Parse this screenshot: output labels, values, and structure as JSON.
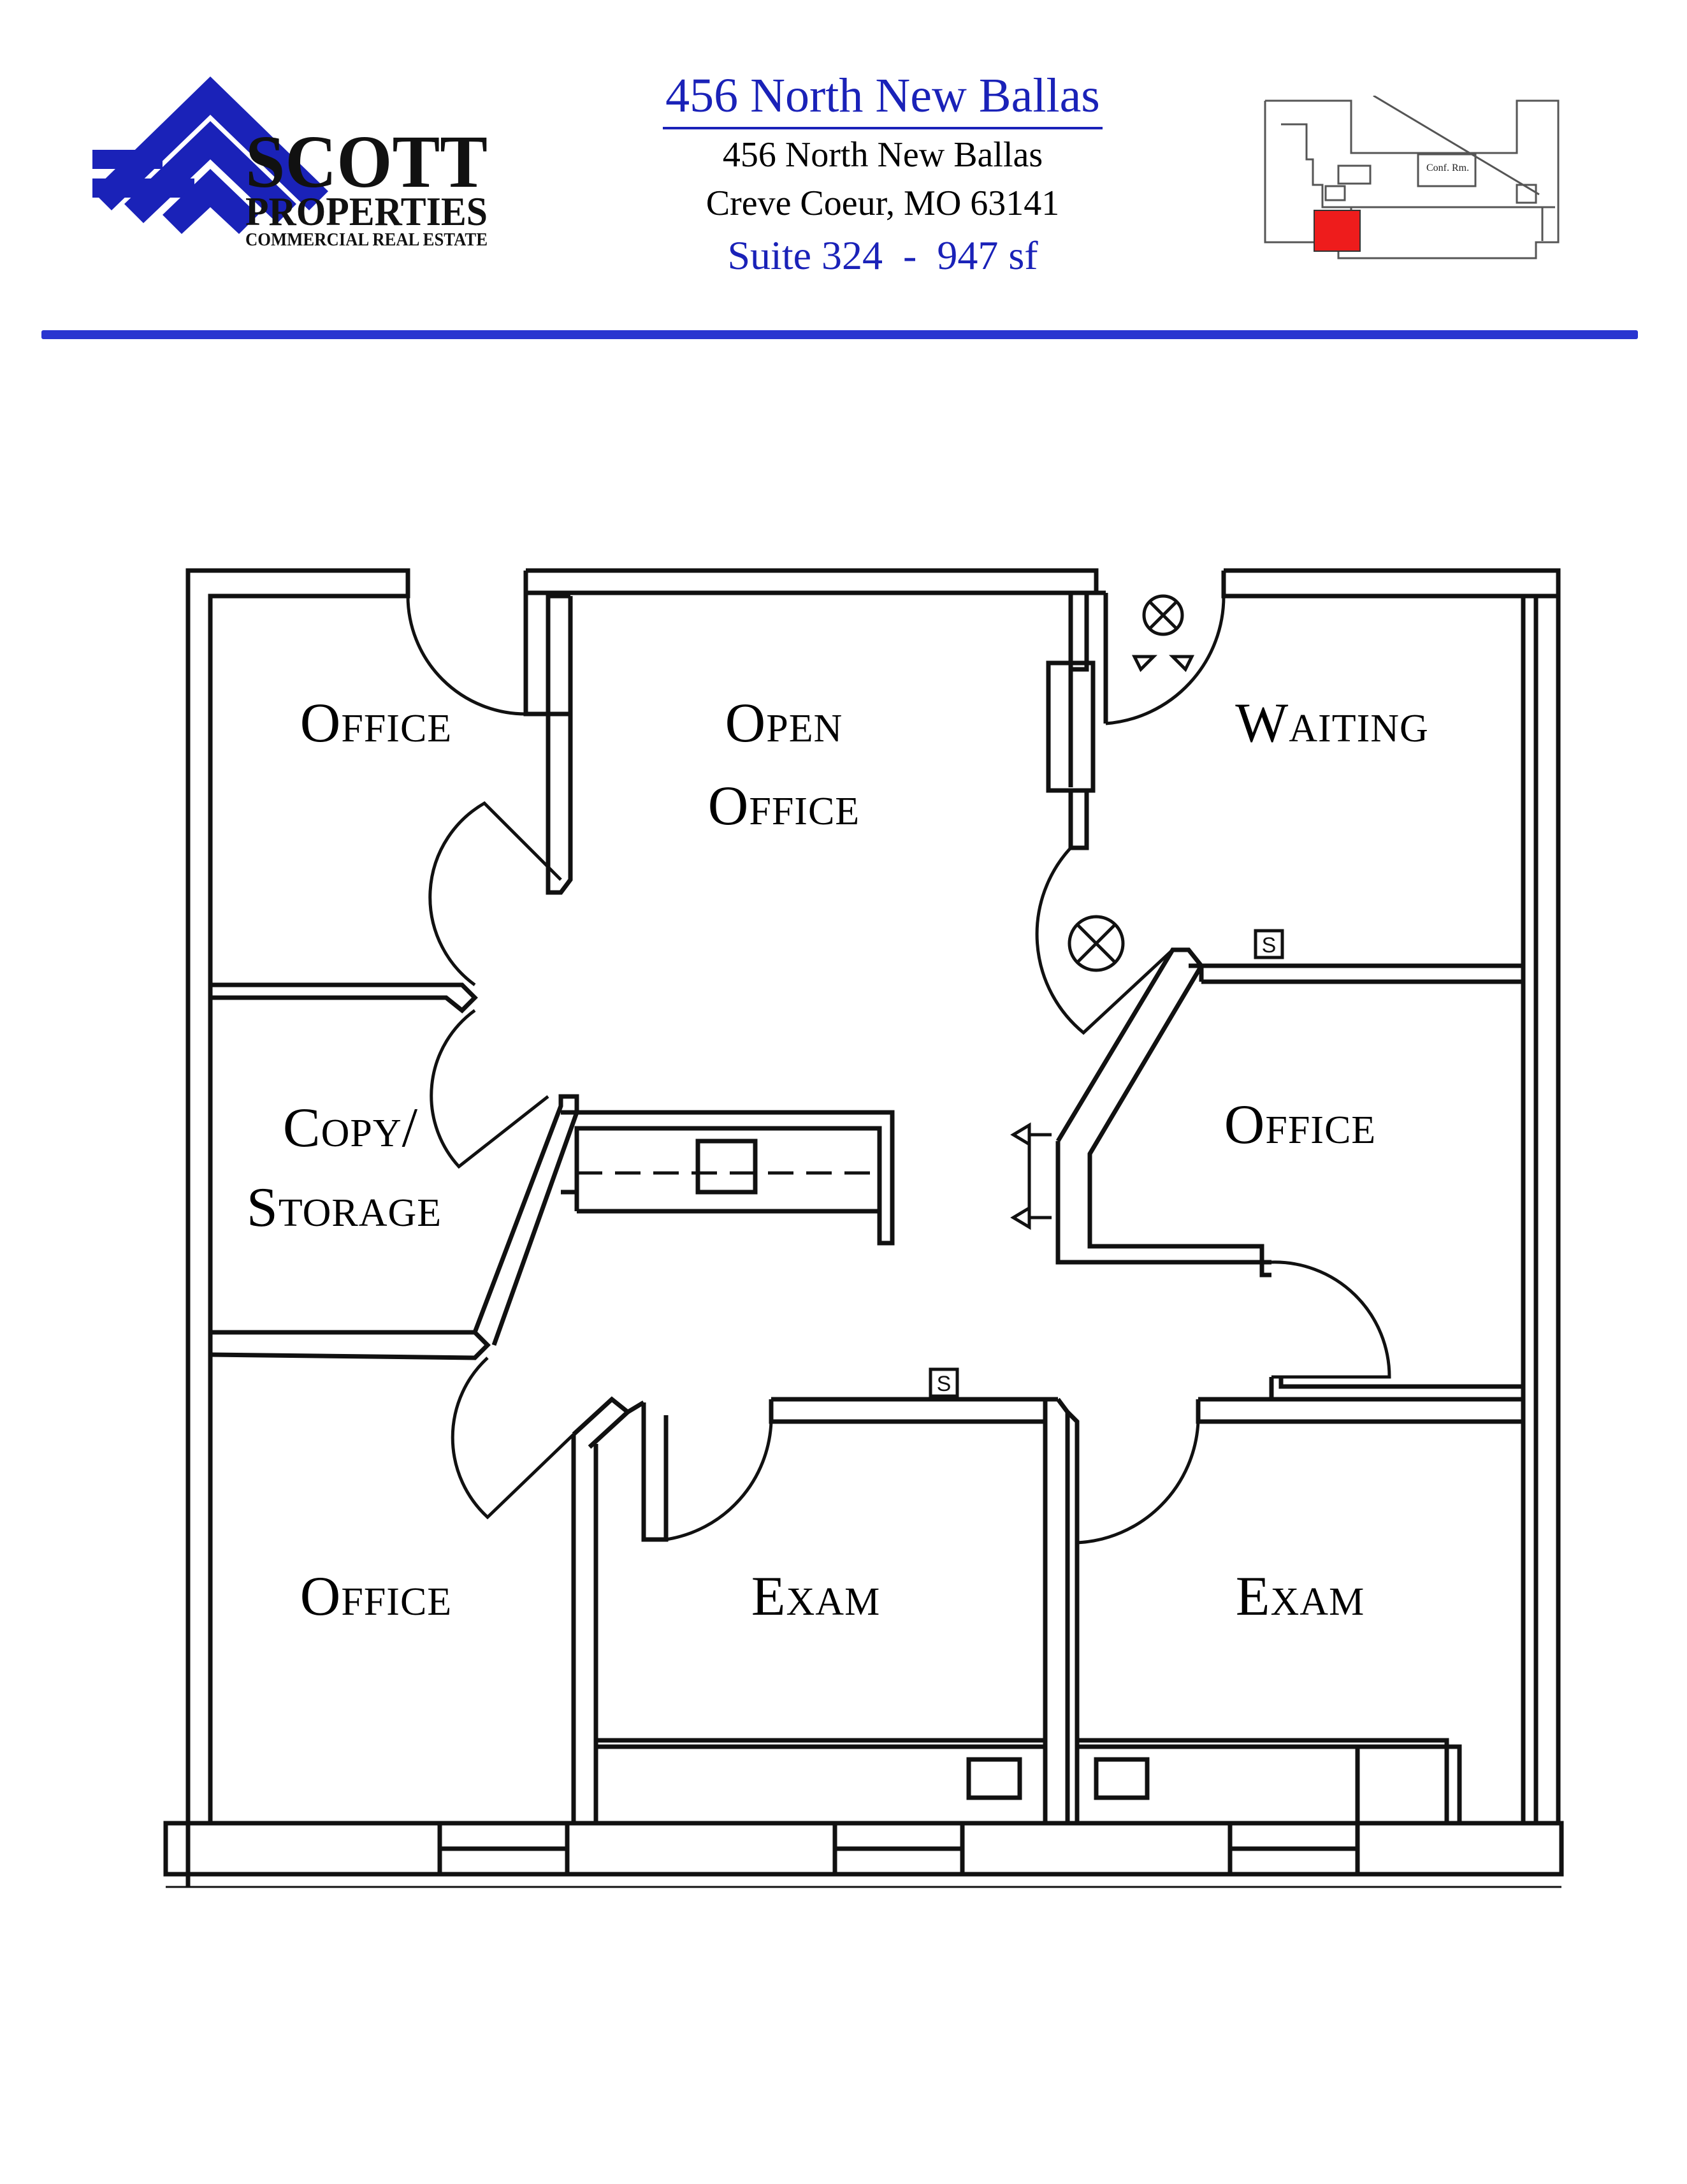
{
  "logo": {
    "line1": "SCOTT",
    "line2": "PROPERTIES",
    "line3": "COMMERCIAL REAL ESTATE",
    "color": "#1a22b8"
  },
  "header": {
    "title": "456 North New Ballas",
    "street": "456 North New Ballas",
    "city": "Creve Coeur, MO 63141",
    "suite": "Suite 324  -  947 sf",
    "accent_color": "#1a22b8"
  },
  "keyplan": {
    "conf_label": "Conf. Rm.",
    "highlight_color": "#ee1c1c"
  },
  "rooms": {
    "office_tl": "Office",
    "open_office_1": "Open",
    "open_office_2": "Office",
    "waiting": "Waiting",
    "copy_1": "Copy/",
    "copy_2": "Storage",
    "office_r": "Office",
    "office_bl": "Office",
    "exam_1": "Exam",
    "exam_2": "Exam"
  },
  "symbols": {
    "switch_label": "S"
  }
}
